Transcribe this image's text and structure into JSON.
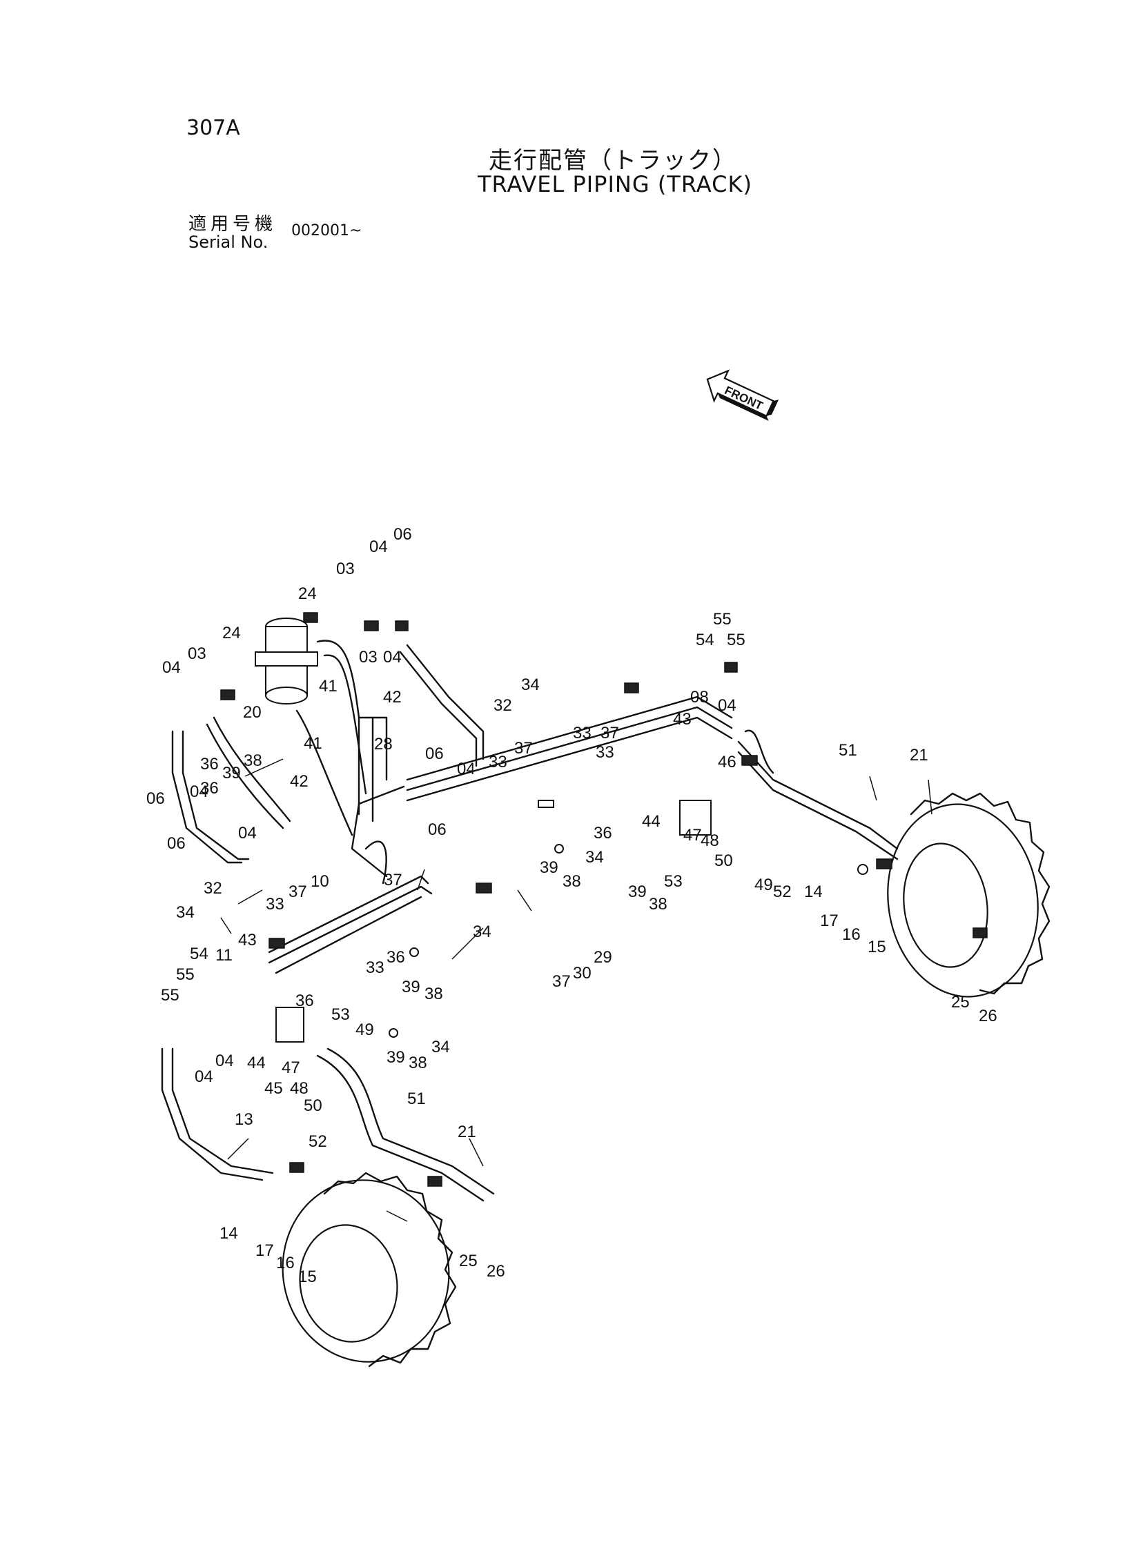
{
  "header": {
    "page_code": "307A",
    "title_jp": "走行配管（トラック）",
    "title_en": "TRAVEL PIPING (TRACK)",
    "serial_label_jp": "適用号機",
    "serial_label_en": "Serial No.",
    "serial_value": "002001~"
  },
  "front_marker": {
    "label": "FRONT",
    "icon": "front-direction-arrow-icon"
  },
  "callouts": [
    "06",
    "04",
    "03",
    "24",
    "24",
    "03",
    "04",
    "03",
    "04",
    "20",
    "41",
    "42",
    "41",
    "42",
    "06",
    "04",
    "06",
    "28",
    "32",
    "34",
    "33",
    "37",
    "33",
    "37",
    "36",
    "04",
    "08",
    "43",
    "55",
    "54",
    "55",
    "04",
    "39",
    "38",
    "36",
    "06",
    "04",
    "06",
    "32",
    "34",
    "33",
    "37",
    "10",
    "37",
    "34",
    "33",
    "36",
    "29",
    "30",
    "37",
    "39",
    "38",
    "43",
    "54",
    "55",
    "55",
    "11",
    "04",
    "04",
    "44",
    "45",
    "47",
    "48",
    "50",
    "53",
    "49",
    "39",
    "38",
    "34",
    "36",
    "13",
    "14",
    "17",
    "16",
    "15",
    "51",
    "52",
    "21",
    "25",
    "26",
    "33",
    "36",
    "39",
    "38",
    "34",
    "39",
    "38",
    "44",
    "47",
    "48",
    "53",
    "50",
    "46",
    "49",
    "51",
    "21",
    "52",
    "14",
    "17",
    "16",
    "15",
    "25",
    "26"
  ]
}
